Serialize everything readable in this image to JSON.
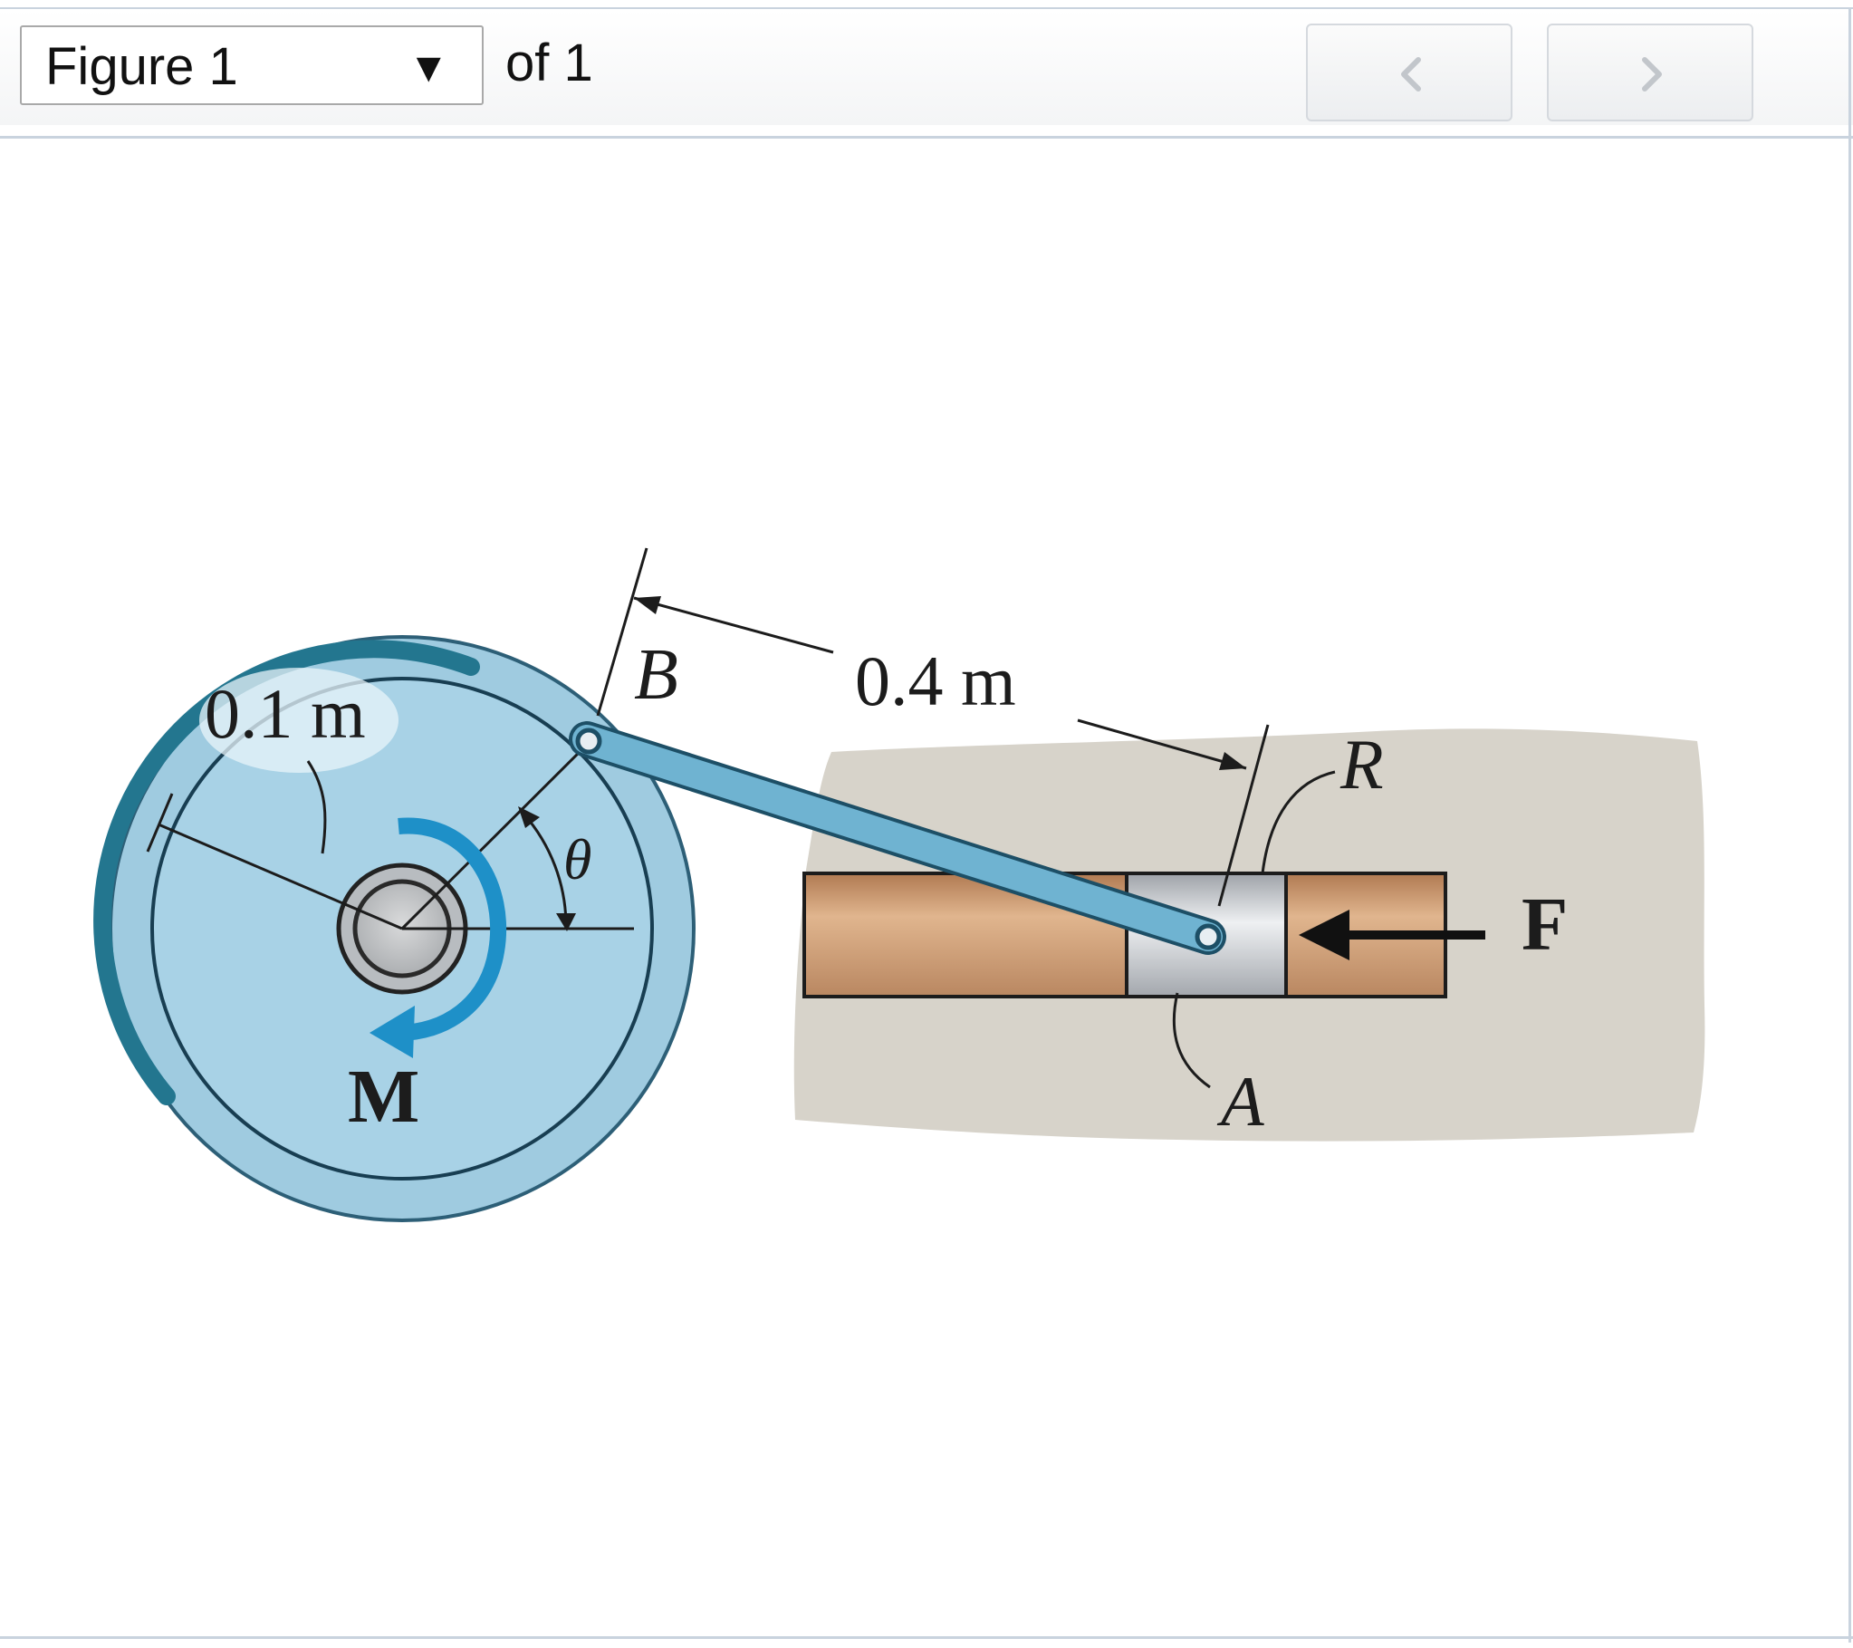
{
  "toolbar": {
    "figure_select": {
      "value": "Figure 1"
    },
    "of_total": "of 1",
    "prev_icon": "chevron-left-icon",
    "next_icon": "chevron-right-icon"
  },
  "figure": {
    "labels": {
      "dim_disk_radius": "0.1 m",
      "dim_link_length": "0.4 m",
      "point_b": "B",
      "point_r": "R",
      "point_a": "A",
      "angle": "θ",
      "moment": "M",
      "force": "F"
    }
  }
}
